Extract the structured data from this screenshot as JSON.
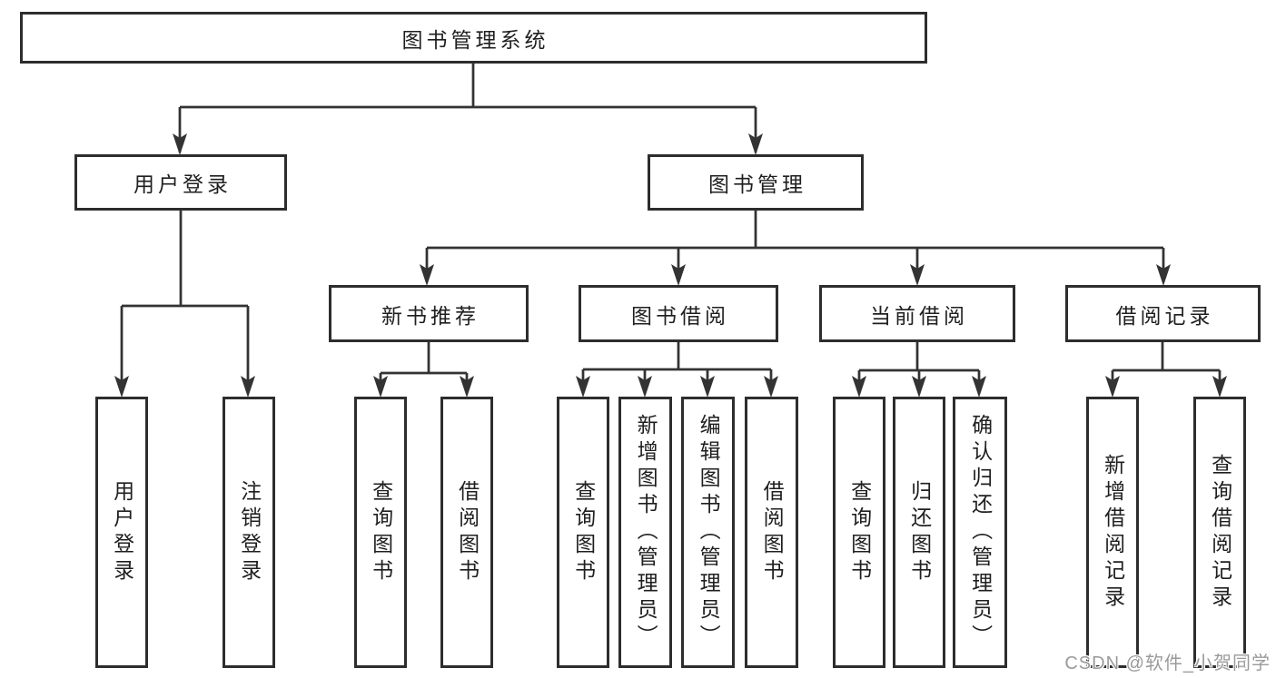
{
  "diagram": {
    "root": {
      "label": "图书管理系统"
    },
    "branches": [
      {
        "label": "用户登录",
        "children": [
          {
            "label": "用户登录"
          },
          {
            "label": "注销登录"
          }
        ]
      },
      {
        "label": "图书管理",
        "children": [
          {
            "label": "新书推荐",
            "children": [
              {
                "label": "查询图书"
              },
              {
                "label": "借阅图书"
              }
            ]
          },
          {
            "label": "图书借阅",
            "children": [
              {
                "label": "查询图书"
              },
              {
                "label": "新增图书（管理员）"
              },
              {
                "label": "编辑图书（管理员）"
              },
              {
                "label": "借阅图书"
              }
            ]
          },
          {
            "label": "当前借阅",
            "children": [
              {
                "label": "查询图书"
              },
              {
                "label": "归还图书"
              },
              {
                "label": "确认归还（管理员）"
              }
            ]
          },
          {
            "label": "借阅记录",
            "children": [
              {
                "label": "新增借阅记录"
              },
              {
                "label": "查询借阅记录"
              }
            ]
          }
        ]
      }
    ]
  },
  "watermark": {
    "text": "CSDN @软件_小贺同学"
  },
  "colors": {
    "line": "#333333",
    "box_border": "#2d2d2d",
    "text": "#1f1f1f",
    "background": "#ffffff",
    "watermark": "#9a9a9a"
  }
}
